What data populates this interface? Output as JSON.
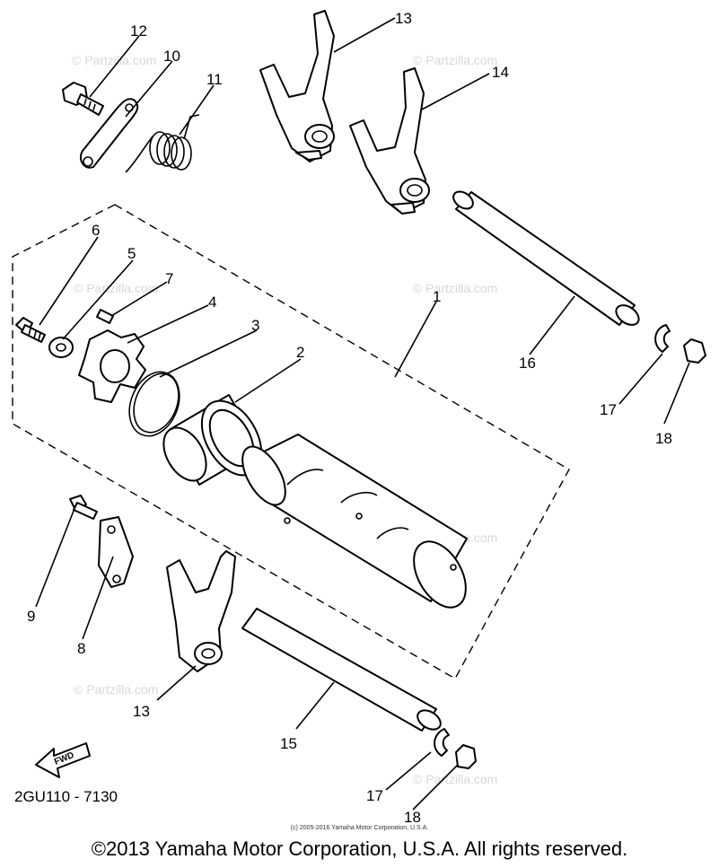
{
  "labels": {
    "n1": "1",
    "n2": "2",
    "n3": "3",
    "n4": "4",
    "n5": "5",
    "n6": "6",
    "n7": "7",
    "n8": "8",
    "n9": "9",
    "n10": "10",
    "n11": "11",
    "n12": "12",
    "n13a": "13",
    "n13b": "13",
    "n14": "14",
    "n15": "15",
    "n16": "16",
    "n17a": "17",
    "n17b": "17",
    "n18a": "18",
    "n18b": "18"
  },
  "watermark": "© Partzilla.com",
  "fwd_label": "FWD",
  "diagram_code": "2GU110 - 7130",
  "small_copyright": "(c) 2005-2016 Yamaha Motor Corporation, U.S.A.",
  "copyright": "©2013 Yamaha Motor Corporation, U.S.A. All rights reserved."
}
